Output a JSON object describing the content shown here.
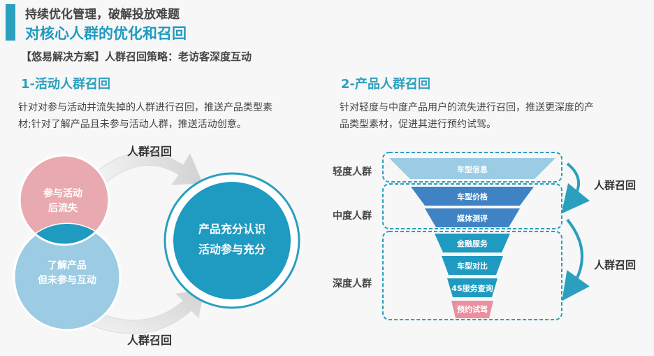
{
  "header": {
    "subtitle": "持续优化管理，破解投放难题",
    "title": "对核心人群的优化和召回",
    "strategy": "【悠易解决方案】人群召回策略：老访客深度互动"
  },
  "left": {
    "title": "1-活动人群召回",
    "desc_line1": "针对对参与活动并流失掉的人群进行召回，推送产品类型素",
    "desc_line2": "材;针对了解产品且未参与活动人群，推送活动创意。",
    "arrow_top_label": "人群召回",
    "arrow_bottom_label": "人群召回",
    "circle_pink_line1": "参与活动",
    "circle_pink_line2": "后流失",
    "circle_blue_line1": "了解产品",
    "circle_blue_line2": "但未参与互动",
    "big_circle_line1": "产品充分认识",
    "big_circle_line2": "活动参与充分"
  },
  "right": {
    "title": "2-产品人群召回",
    "desc_line1": "针对轻度与中度产品用户的流失进行召回，推送更深度的产",
    "desc_line2": "品类型素材，促进其进行预约试驾。",
    "group_light": "轻度人群",
    "group_medium": "中度人群",
    "group_deep": "深度人群",
    "recall_label_1": "人群召回",
    "recall_label_2": "人群召回",
    "funnel_levels": [
      "车型信息",
      "车型价格",
      "媒体测评",
      "金融服务",
      "车型对比",
      "4S服务查询",
      "预约试驾"
    ]
  },
  "colors": {
    "accent": "#2a9fbe",
    "pink": "#e8aab0",
    "light_blue": "#9ccbe4",
    "overlap": "#1f9ac0",
    "big_circle": "#1f9ac0"
  }
}
